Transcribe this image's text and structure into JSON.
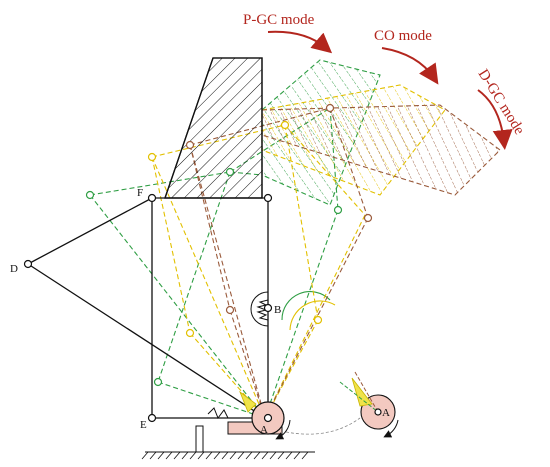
{
  "diagram": {
    "modes": [
      "P-GC mode",
      "CO mode",
      "D-GC mode"
    ],
    "point_labels": {
      "A_main": "A",
      "A_inset": "A",
      "D": "D",
      "E": "E",
      "F": "F",
      "B": "B"
    },
    "colors": {
      "frame": "#111111",
      "green": "#2f9e44",
      "yellow": "#e2c000",
      "brown": "#9a5b3c",
      "mode_arrow": "#b3261e",
      "hinge_fill": "#f3c9c0"
    }
  }
}
